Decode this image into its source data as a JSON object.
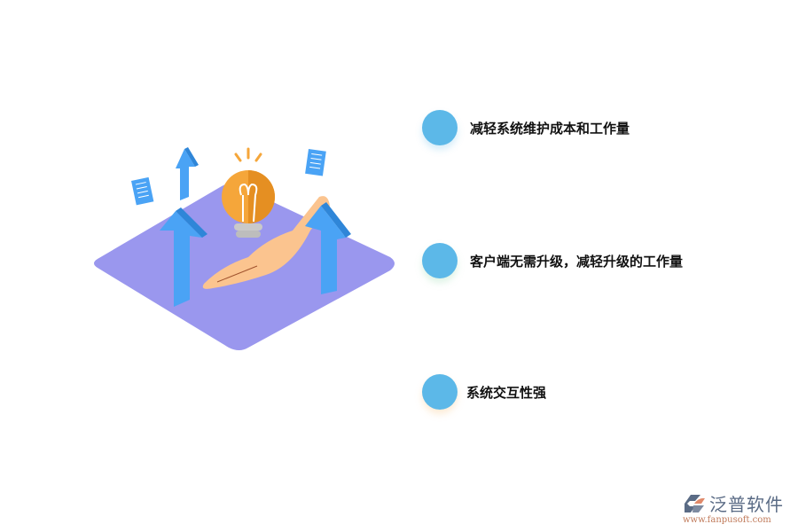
{
  "features": [
    {
      "label": "减轻系统维护成本和工作量",
      "dot_color": "#5cb8e8"
    },
    {
      "label": "客户端无需升级，减轻升级的工作量",
      "dot_color": "#5cb8e8"
    },
    {
      "label": "系统交互性强",
      "dot_color": "#5cb8e8"
    }
  ],
  "illustration": {
    "icon": "hand-holding-lightbulb-illustration",
    "colors": {
      "platform": "#9a97ee",
      "arrows": "#4aa3f5",
      "bulb": "#f5a63a",
      "hand": "#fbc48f"
    }
  },
  "logo": {
    "name": "泛普软件",
    "url": "www.fanpusoft.com",
    "icon": "fanpu-logo-icon"
  }
}
